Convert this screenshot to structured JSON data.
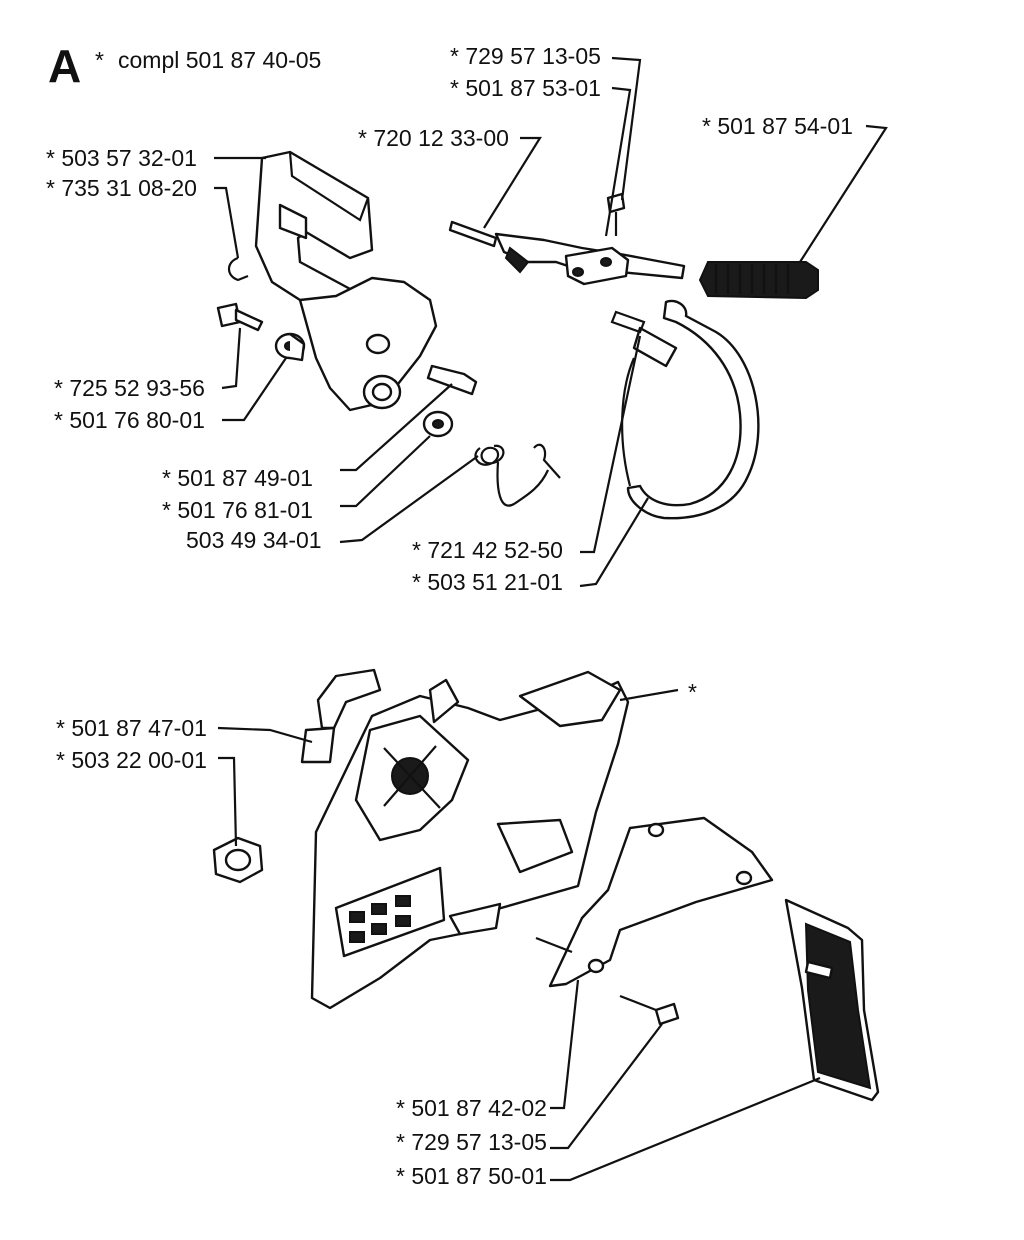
{
  "assembly": {
    "letter": "A",
    "star": "*",
    "compl_text": "compl 501 87 40-05"
  },
  "labels": {
    "p729_top": "* 729 57 13-05",
    "p501_87_53": "* 501 87 53-01",
    "p720_12": "* 720 12 33-00",
    "p501_87_54": "* 501 87 54-01",
    "p503_57_32": "* 503 57 32-01",
    "p735_31": "* 735 31 08-20",
    "p725_52": "* 725 52 93-56",
    "p501_76_80": "* 501 76 80-01",
    "p501_87_49": "* 501 87 49-01",
    "p501_76_81": "* 501 76 81-01",
    "p503_49_34": "503 49 34-01",
    "p721_42": "* 721 42 52-50",
    "p503_51_21": "* 503 51 21-01",
    "p501_87_47": "* 501 87 47-01",
    "p503_22_00": "* 503 22 00-01",
    "p_star_cover": "*",
    "p501_87_42": "* 501 87 42-02",
    "p729_bottom": "* 729 57 13-05",
    "p501_87_50": "* 501 87 50-01"
  }
}
